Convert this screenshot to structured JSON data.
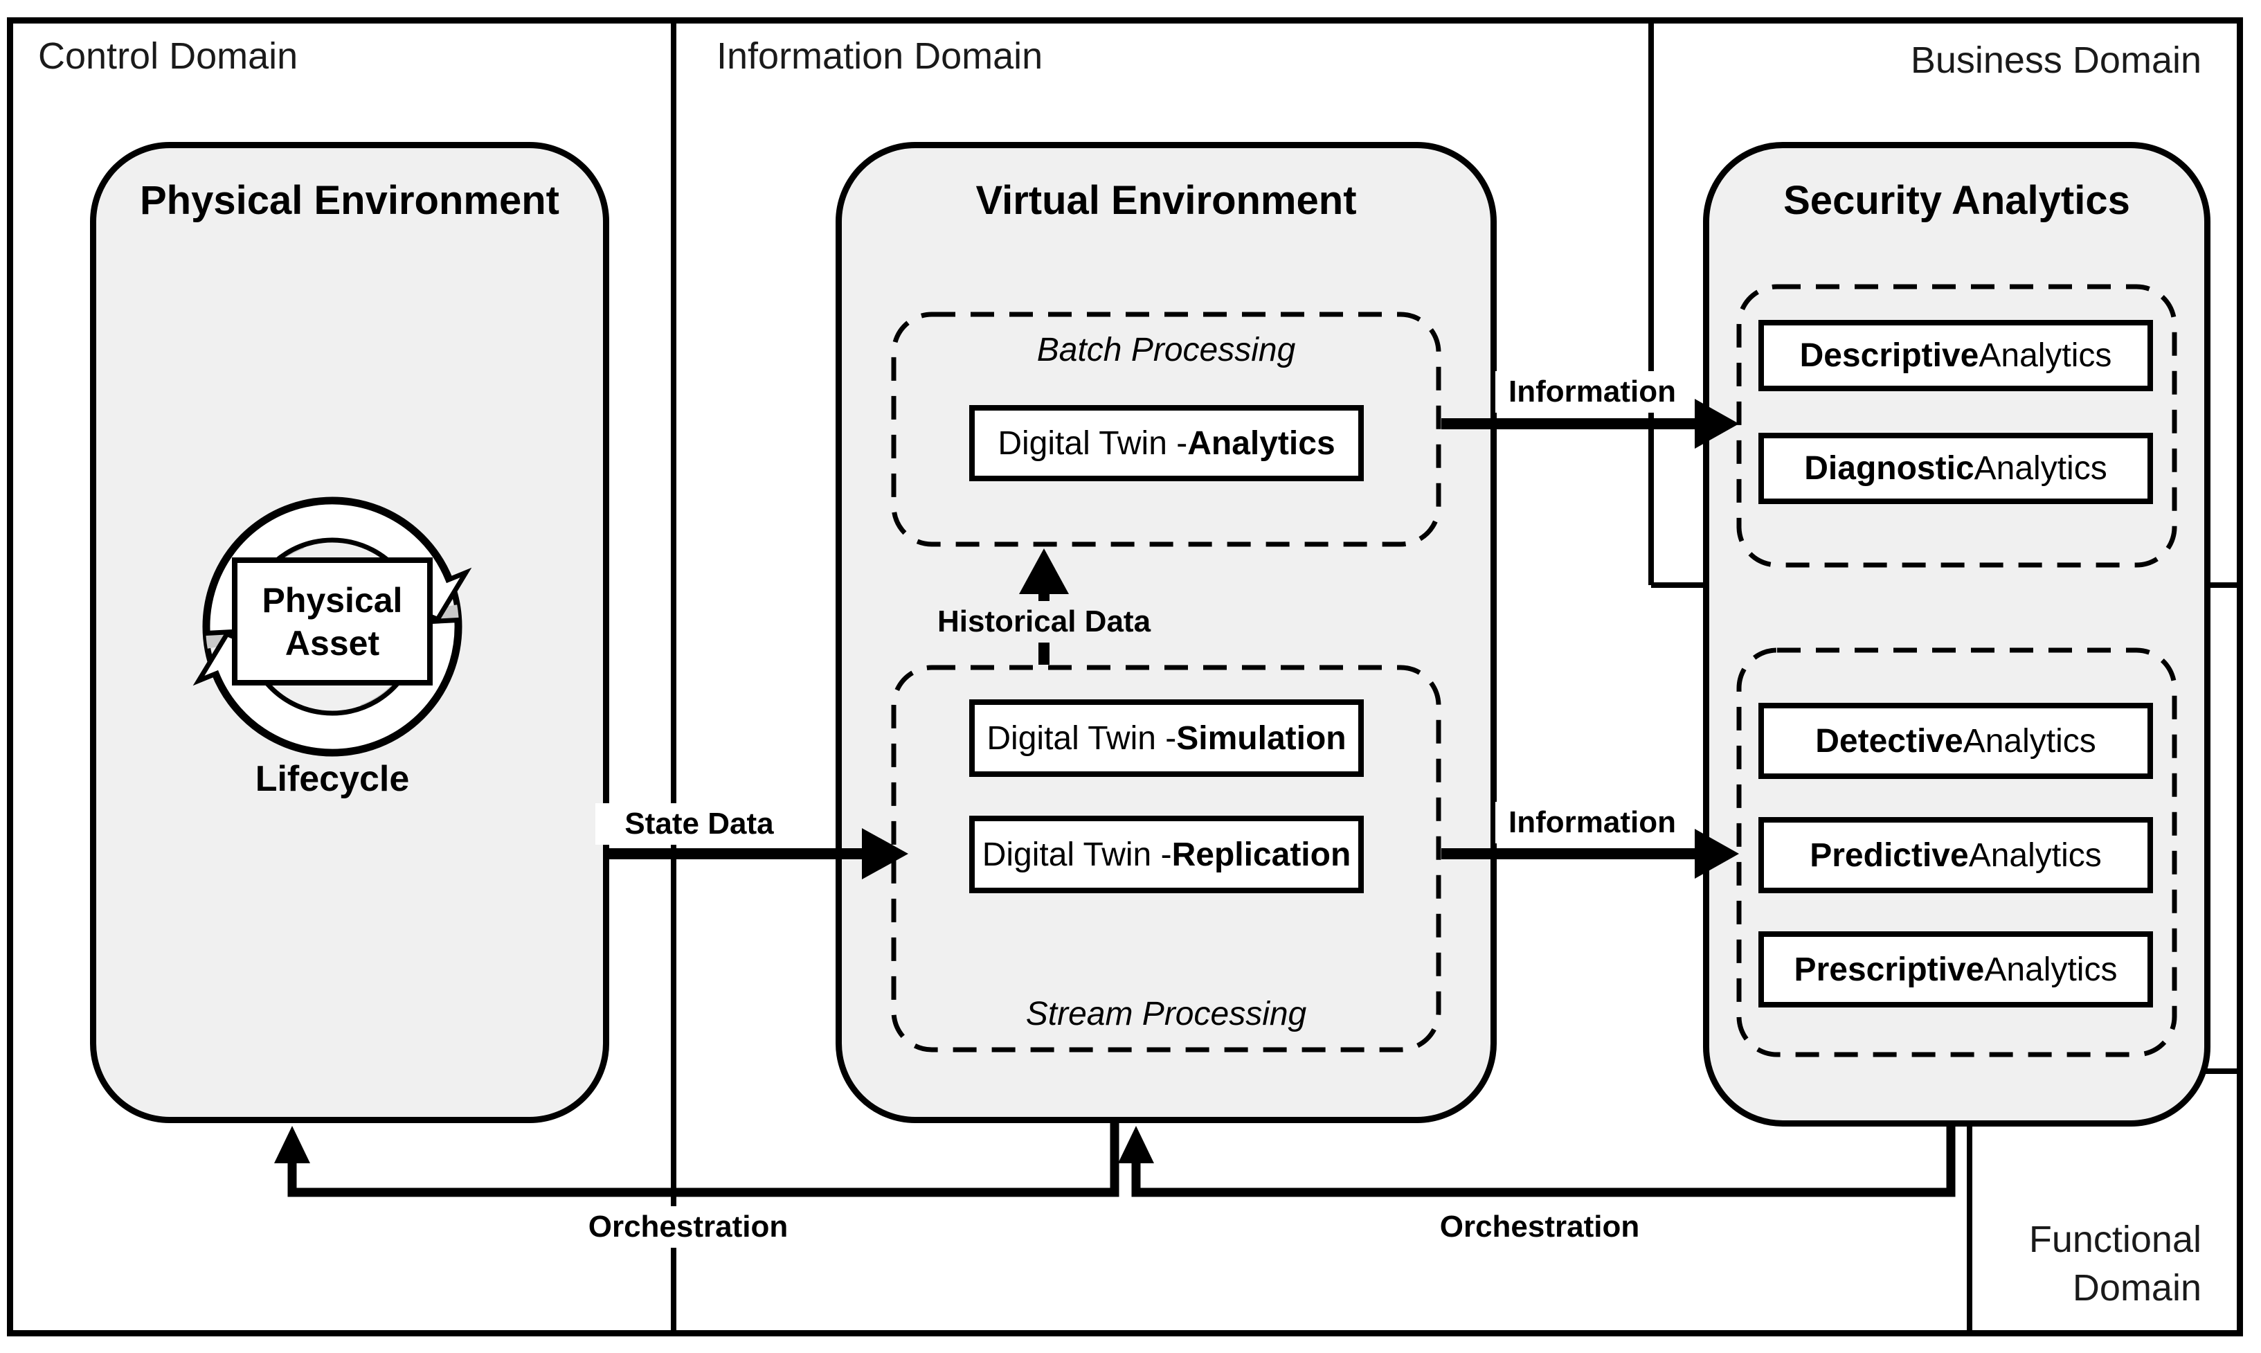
{
  "domains": {
    "control": "Control Domain",
    "information": "Information Domain",
    "business": "Business Domain",
    "functional_line1": "Functional",
    "functional_line2": "Domain"
  },
  "physical": {
    "title": "Physical Environment",
    "asset_line1": "Physical",
    "asset_line2": "Asset",
    "lifecycle_label": "Lifecycle"
  },
  "virtual": {
    "title": "Virtual Environment",
    "batch_label": "Batch Processing",
    "stream_label": "Stream Processing",
    "analytics_box": {
      "pre": "Digital Twin - ",
      "strong": "Analytics"
    },
    "simulation_box": {
      "pre": "Digital Twin - ",
      "strong": "Simulation"
    },
    "replication_box": {
      "pre": "Digital Twin - ",
      "strong": "Replication"
    }
  },
  "security": {
    "title": "Security Analytics",
    "descriptive": {
      "strong": "Descriptive",
      "post": " Analytics"
    },
    "diagnostic": {
      "strong": "Diagnostic",
      "post": " Analytics"
    },
    "detective": {
      "strong": "Detective",
      "post": " Analytics"
    },
    "predictive": {
      "strong": "Predictive",
      "post": " Analytics"
    },
    "prescriptive": {
      "strong": "Prescriptive",
      "post": " Analytics"
    }
  },
  "labels": {
    "state_data": "State Data",
    "historical_data": "Historical Data",
    "information_top": "Information",
    "information_bottom": "Information",
    "orchestration_left": "Orchestration",
    "orchestration_right": "Orchestration"
  },
  "colors": {
    "box_fill": "#f0f0f0",
    "line": "#000000",
    "icon_gray": "#c9c9c9"
  }
}
